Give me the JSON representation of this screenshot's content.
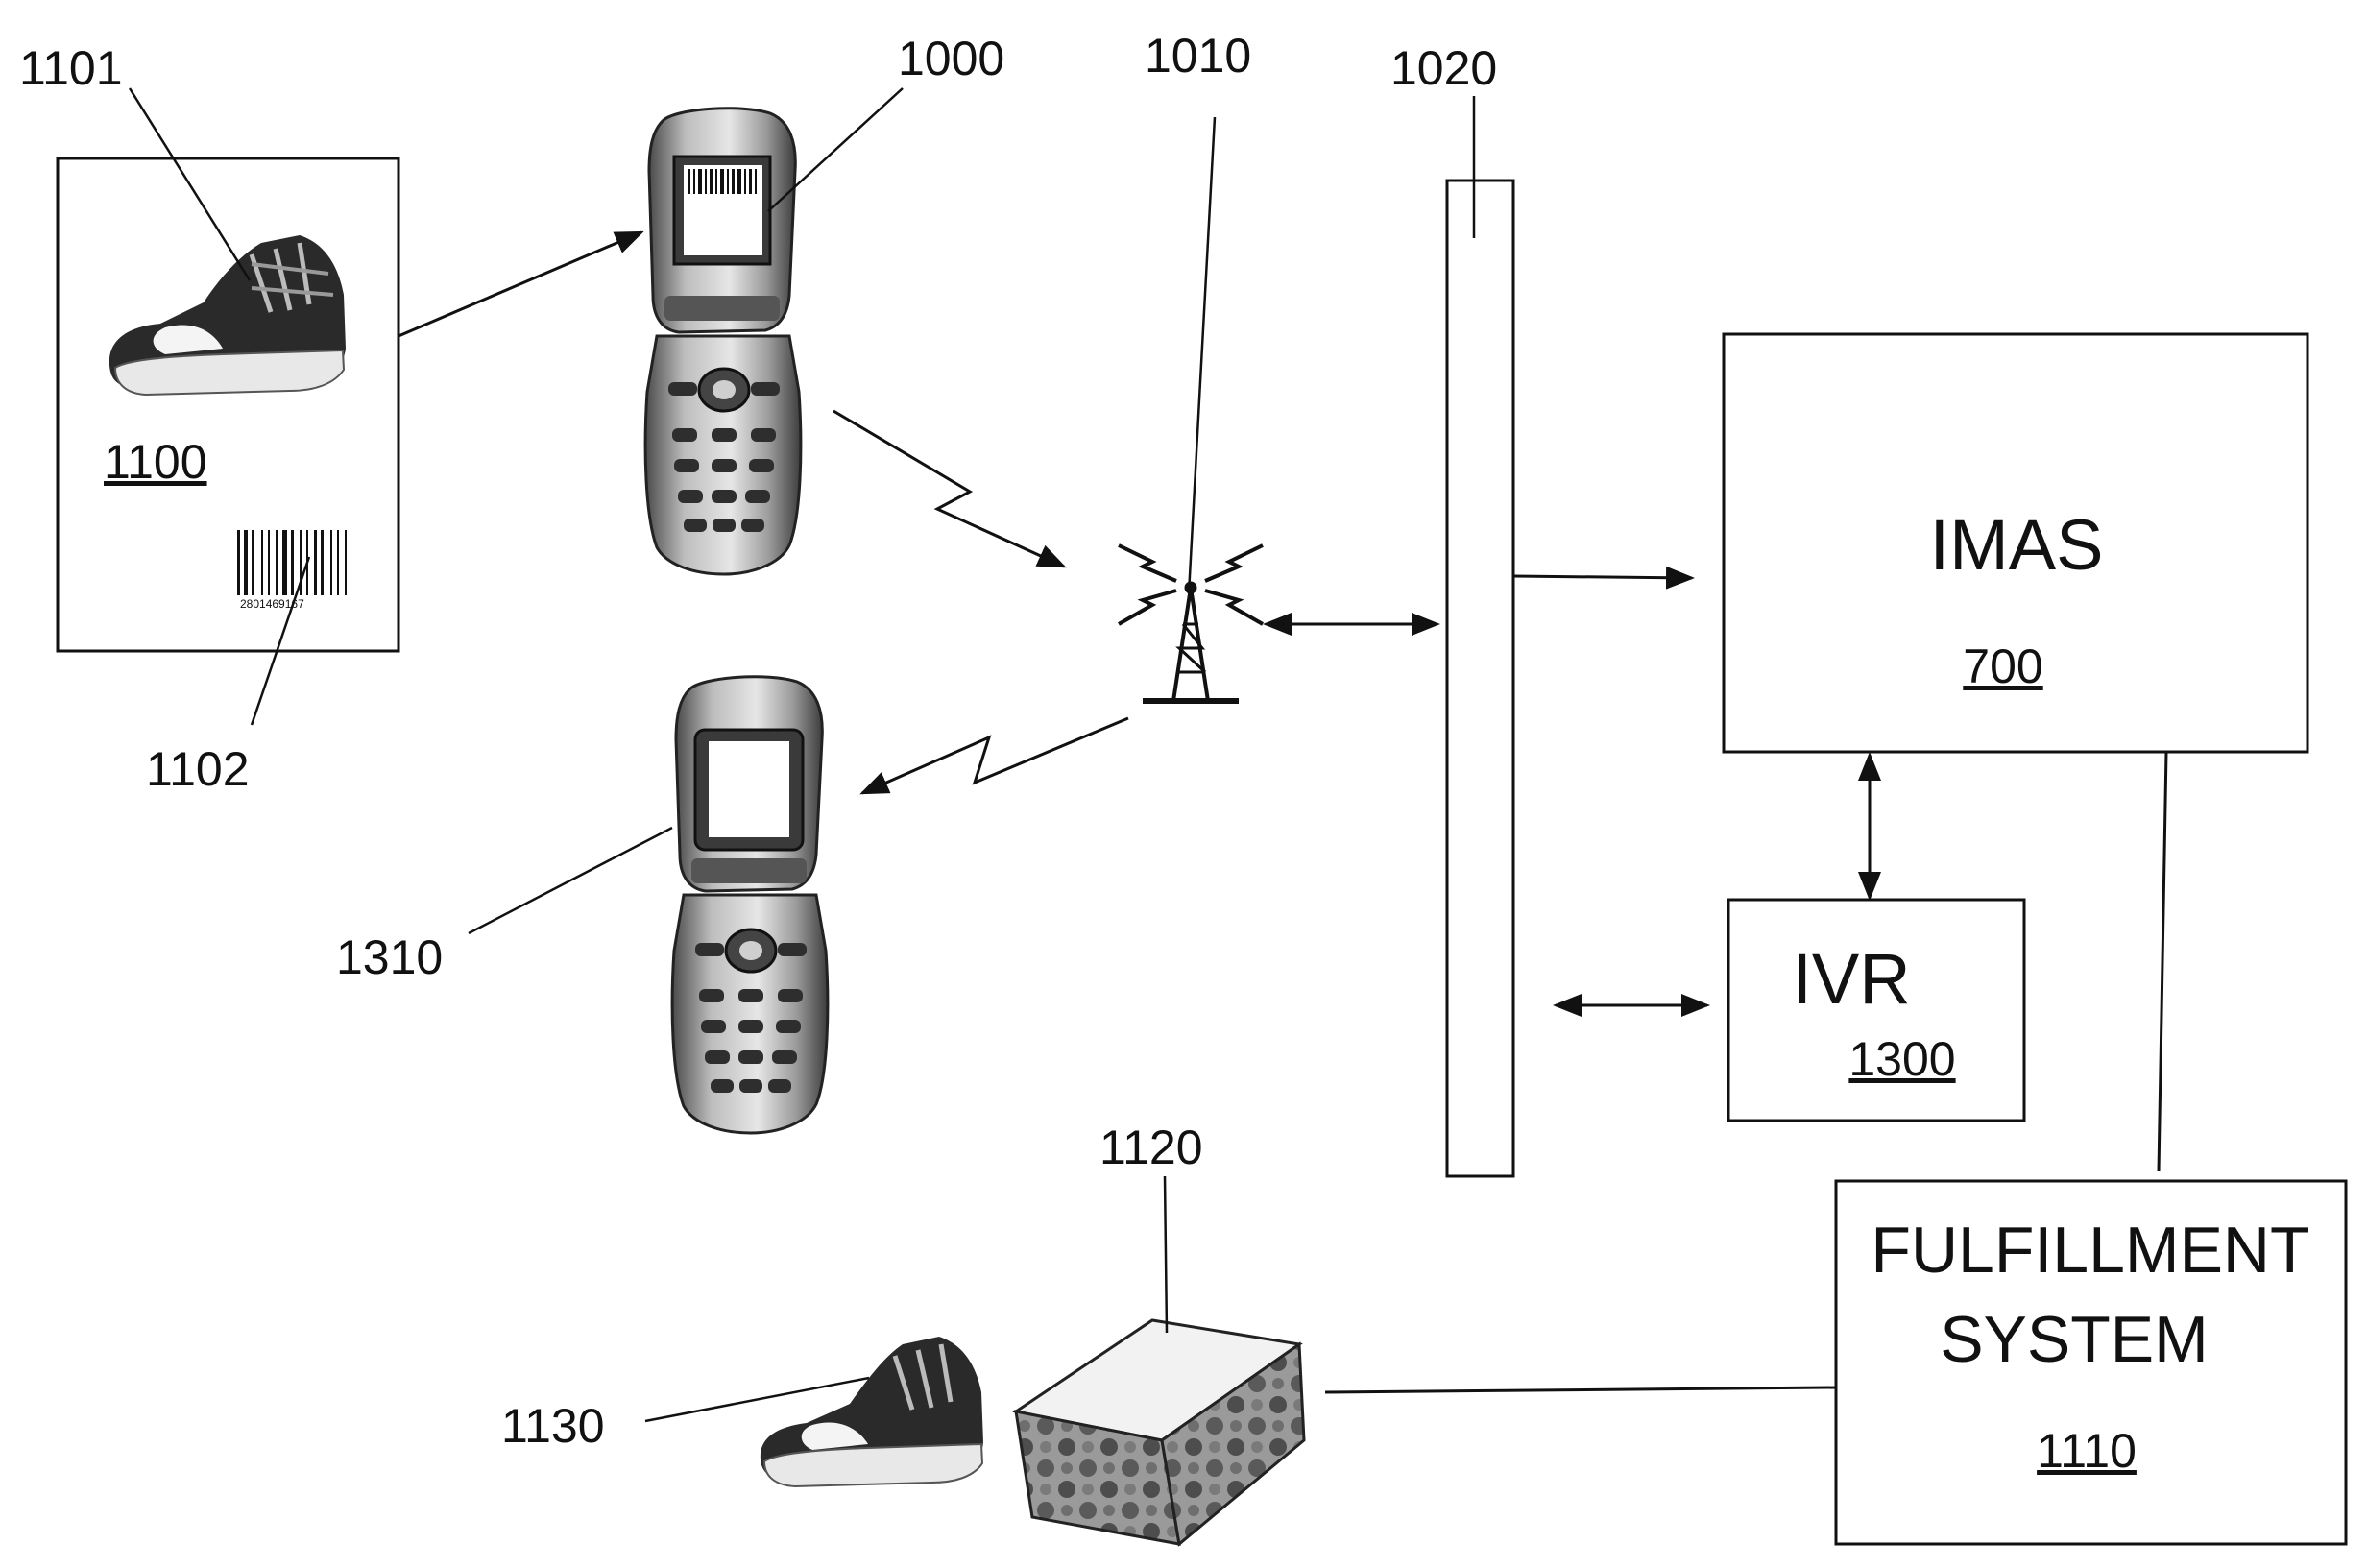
{
  "refs": {
    "r1101": "1101",
    "r1000": "1000",
    "r1010": "1010",
    "r1020": "1020",
    "r1100": "1100",
    "r1102": "1102",
    "r1310": "1310",
    "r1120": "1120",
    "r1130": "1130"
  },
  "imas": {
    "label": "IMAS",
    "number": "700"
  },
  "ivr": {
    "label": "IVR",
    "number": "1300"
  },
  "fulfillment": {
    "line1": "FULFILLMENT",
    "line2": "SYSTEM",
    "number": "1110"
  },
  "barcode_digits": "2801469167",
  "colors": {
    "ink": "#111111",
    "paper": "#ffffff",
    "gray": "#8a8a8a"
  }
}
